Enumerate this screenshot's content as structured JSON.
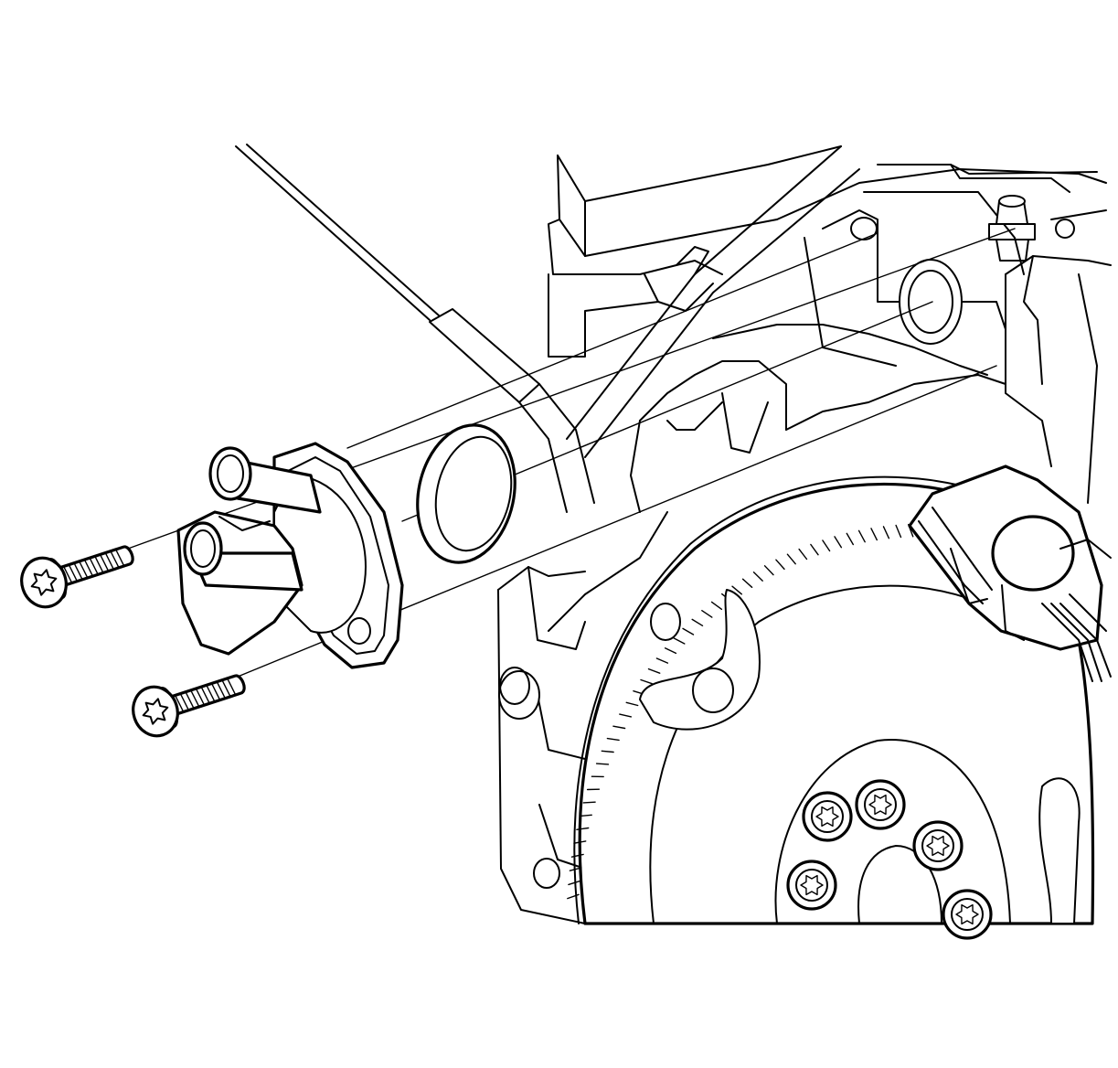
{
  "figure": {
    "palette": {
      "stroke": "#000000",
      "background": "#ffffff"
    },
    "components": [
      {
        "id": "engine-block",
        "icon": "engine-block-icon"
      },
      {
        "id": "flywheel",
        "icon": "flywheel-icon"
      },
      {
        "id": "ring-gear",
        "icon": "ring-gear-icon"
      },
      {
        "id": "thermostat-housing",
        "icon": "housing-icon"
      },
      {
        "id": "seal-ring",
        "icon": "o-ring-icon"
      },
      {
        "id": "bolt-upper",
        "icon": "torx-bolt-icon"
      },
      {
        "id": "bolt-lower",
        "icon": "torx-bolt-icon"
      },
      {
        "id": "sensor-connector",
        "icon": "connector-icon"
      },
      {
        "id": "dipstick-tube",
        "icon": "tube-icon"
      }
    ],
    "ring_gear_teeth": 46
  }
}
